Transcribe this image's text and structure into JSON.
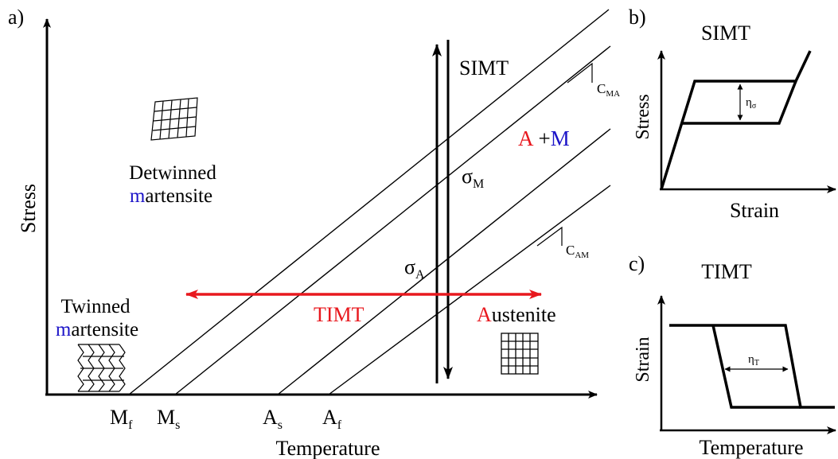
{
  "panel_a": {
    "label": "a)",
    "y_axis": "Stress",
    "x_axis": "Temperature",
    "ticks": [
      {
        "main": "M",
        "sub": "f"
      },
      {
        "main": "M",
        "sub": "s"
      },
      {
        "main": "A",
        "sub": "s"
      },
      {
        "main": "A",
        "sub": "f"
      }
    ],
    "detwinned": {
      "line1": "Detwinned",
      "line2_colored": "m",
      "line2_rest": "artensite"
    },
    "twinned": {
      "line1": "Twinned",
      "line2_colored": "m",
      "line2_rest": "artensite"
    },
    "austenite": {
      "colored": "A",
      "rest": "ustenite"
    },
    "mixed": {
      "a": "A",
      "plus": "+",
      "m": "M"
    },
    "simt": "SIMT",
    "timt": "TIMT",
    "sigma_m": {
      "main": "σ",
      "sub": "M"
    },
    "sigma_a": {
      "main": "σ",
      "sub": "A"
    },
    "c_ma": {
      "main": "C",
      "sub": "MA"
    },
    "c_am": {
      "main": "C",
      "sub": "AM"
    }
  },
  "panel_b": {
    "label": "b)",
    "title": "SIMT",
    "y_axis": "Stress",
    "x_axis": "Strain",
    "eta": {
      "main": "η",
      "sub": "σ"
    }
  },
  "panel_c": {
    "label": "c)",
    "title": "TIMT",
    "y_axis": "Strain",
    "x_axis": "Temperature",
    "eta": {
      "main": "η",
      "sub": "T"
    }
  },
  "colors": {
    "red": "#e8181e",
    "blue": "#1c14c8",
    "black": "#000000"
  }
}
